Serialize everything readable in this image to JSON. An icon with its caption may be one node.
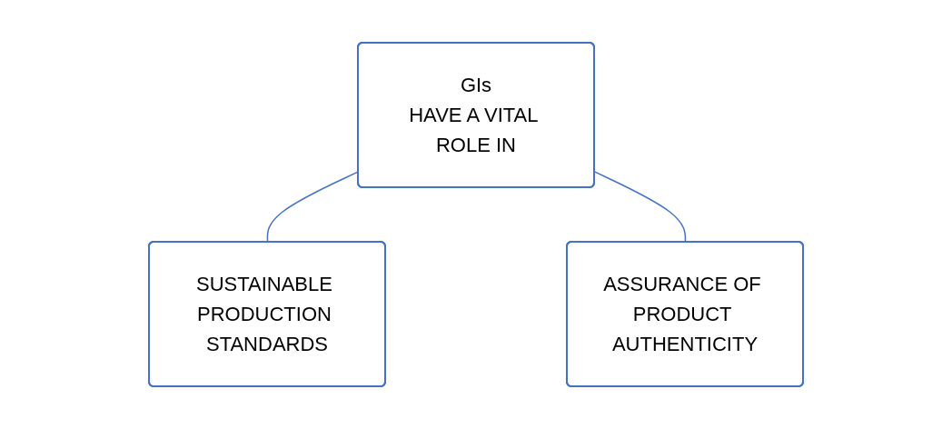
{
  "diagram": {
    "nodes": [
      {
        "text": [
          "GIs",
          "HAVE A VITAL ROLE IN"
        ]
      },
      {
        "text": [
          "SUSTAINABLE PRODUCTION STANDARDS"
        ]
      },
      {
        "text": [
          "ASSURANCE OF PRODUCT AUTHENTICITY"
        ]
      }
    ],
    "edges": [
      {
        "from": 0,
        "to": 1,
        "arrow": "none"
      },
      {
        "from": 0,
        "to": 2,
        "arrow": "none"
      }
    ]
  }
}
